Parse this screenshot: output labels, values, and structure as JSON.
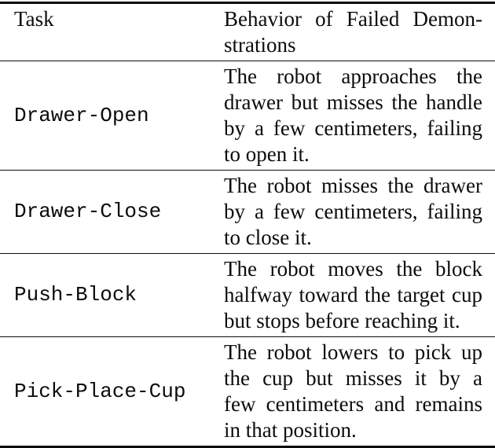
{
  "page": {
    "background": "#ffffff",
    "text_color": "#0c0c0c",
    "rule_color": "#0c0c0c"
  },
  "table": {
    "header": {
      "task": "Task",
      "behavior": "Behavior of Failed Demonstrations",
      "behavior_lines": [
        "Behavior of Failed Demon-",
        "strations"
      ]
    },
    "rows": [
      {
        "task": "Drawer-Open",
        "behavior": "The robot approaches the drawer but misses the handle by a few centimeters, failing to open it.",
        "behavior_lines": [
          "The robot approaches the",
          "drawer but misses the handle",
          "by a few centimeters, failing",
          "to open it."
        ]
      },
      {
        "task": "Drawer-Close",
        "behavior": "The robot misses the drawer by a few centimeters, failing to close it.",
        "behavior_lines": [
          "The robot misses the drawer",
          "by a few centimeters, failing",
          "to close it."
        ]
      },
      {
        "task": "Push-Block",
        "behavior": "The robot moves the block halfway toward the target cup but stops before reaching it.",
        "behavior_lines": [
          "The robot moves the block",
          "halfway toward the target cup",
          "but stops before reaching it."
        ]
      },
      {
        "task": "Pick-Place-Cup",
        "behavior": "The robot lowers to pick up the cup but misses it by a few centimeters and remains in that position.",
        "behavior_lines": [
          "The robot lowers to pick up",
          "the cup but misses it by a",
          "few centimeters and remains",
          "in that position."
        ]
      }
    ]
  }
}
